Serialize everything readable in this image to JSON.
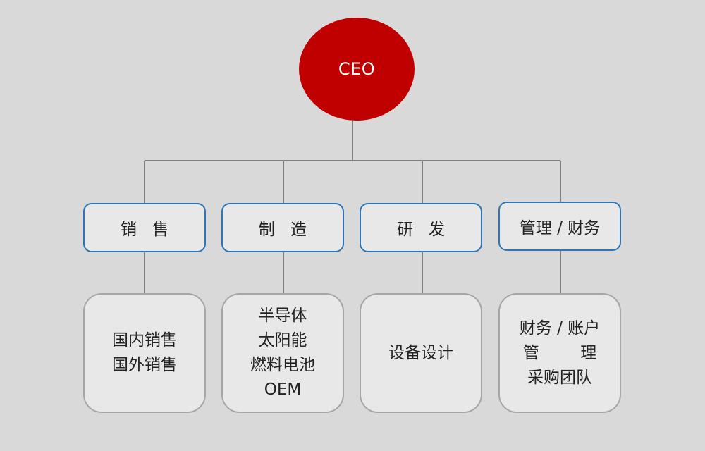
{
  "ceo": {
    "label": "CEO",
    "color": "#c00000"
  },
  "departments": [
    {
      "label": "销   售",
      "items": [
        "国内销售",
        "国外销售"
      ]
    },
    {
      "label": "制   造",
      "items": [
        "半导体",
        "太阳能",
        "燃料电池",
        "OEM"
      ]
    },
    {
      "label": "研   发",
      "items": [
        "设备设计"
      ]
    },
    {
      "label": "管理 / 财务",
      "items": [
        "财务 / 账户",
        "管        理",
        "采购团队"
      ]
    }
  ],
  "colors": {
    "background": "#d9d9d9",
    "department_border": "#2e75b6",
    "detail_border": "#a6a6a6",
    "connector": "#808080"
  }
}
